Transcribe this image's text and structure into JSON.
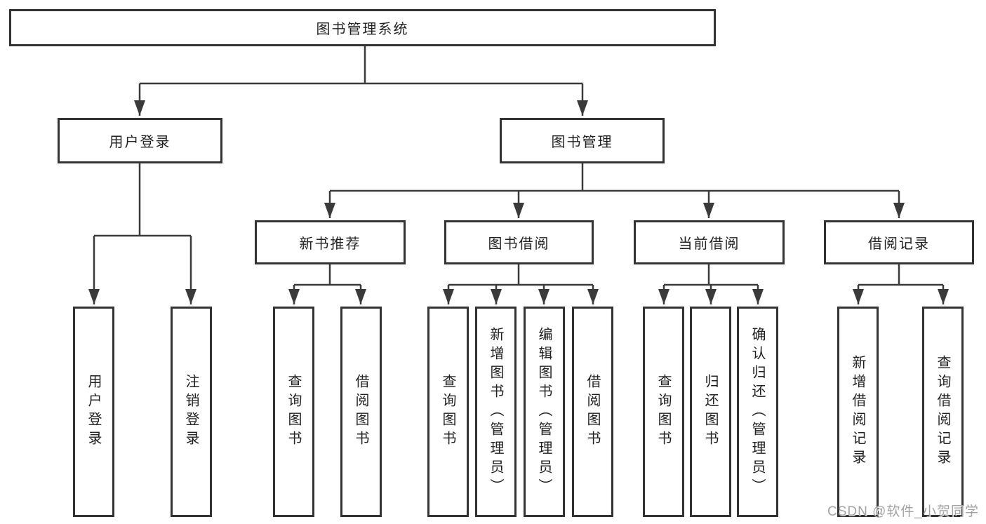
{
  "diagram": {
    "root": {
      "label": "图书管理系统"
    },
    "branches": [
      {
        "label": "用户登录",
        "children": [
          {
            "label": "用户登录"
          },
          {
            "label": "注销登录"
          }
        ]
      },
      {
        "label": "图书管理",
        "children": [
          {
            "label": "新书推荐",
            "children": [
              {
                "label": "查询图书"
              },
              {
                "label": "借阅图书"
              }
            ]
          },
          {
            "label": "图书借阅",
            "children": [
              {
                "label": "查询图书"
              },
              {
                "label": "新增图书（管理员）"
              },
              {
                "label": "编辑图书（管理员）"
              },
              {
                "label": "借阅图书"
              }
            ]
          },
          {
            "label": "当前借阅",
            "children": [
              {
                "label": "查询图书"
              },
              {
                "label": "归还图书"
              },
              {
                "label": "确认归还（管理员）"
              }
            ]
          },
          {
            "label": "借阅记录",
            "children": [
              {
                "label": "新增借阅记录"
              },
              {
                "label": "查询借阅记录"
              }
            ]
          }
        ]
      }
    ]
  },
  "watermark": {
    "text": "CSDN @软件_小贺同学"
  },
  "colors": {
    "line": "#3a3a3a",
    "box_border": "#333333",
    "text": "#222222",
    "watermark": "#a3a3a3",
    "background": "#ffffff"
  }
}
